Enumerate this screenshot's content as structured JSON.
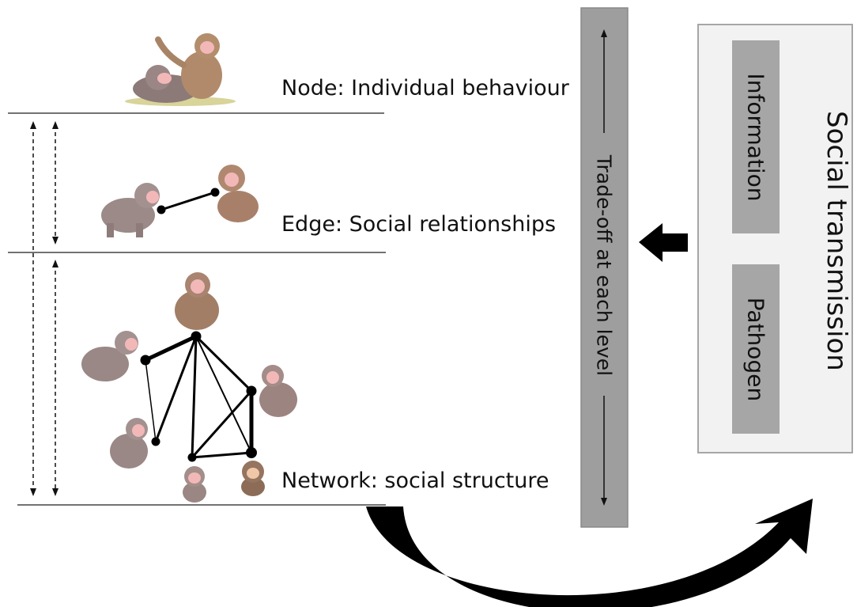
{
  "levels": {
    "node_label": "Node: Individual behaviour",
    "edge_label": "Edge: Social relationships",
    "network_label": "Network: social structure"
  },
  "tradeoff": {
    "label": "Trade-off at each level"
  },
  "social_transmission": {
    "title": "Social transmission",
    "items": [
      "Information",
      "Pathogen"
    ]
  },
  "colors": {
    "tradeoff_bar": "#9e9e9e",
    "panel_fill": "#f2f2f2",
    "item_fill": "#a6a6a6",
    "monkey_fur": "#9c7f78",
    "monkey_face": "#f2b8b8"
  }
}
